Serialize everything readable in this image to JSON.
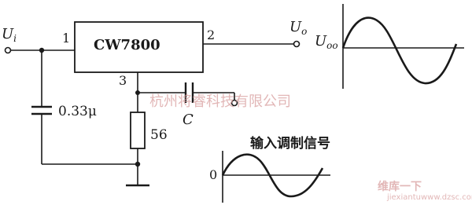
{
  "ic_label": "CW7800",
  "pins": {
    "in": "1",
    "out": "2",
    "common": "3"
  },
  "input_label": {
    "main": "U",
    "sub": "i"
  },
  "output_label": {
    "main": "U",
    "sub": "o"
  },
  "output_wave_label": {
    "main": "U",
    "sub": "oo"
  },
  "cap_in_value": "0.33μ",
  "resistor_value": "56",
  "cap_mod_label": "C",
  "modulation_caption": "输入调制信号",
  "zero_label": "0",
  "watermark_main": "杭州将睿科技有限公司",
  "watermark_site": "jiexiantu",
  "watermark_url": "www.dzsc.com",
  "watermark_logo": "维库一下",
  "colors": {
    "ink": "#1a1a1a",
    "watermark": "#d9a0a0"
  }
}
